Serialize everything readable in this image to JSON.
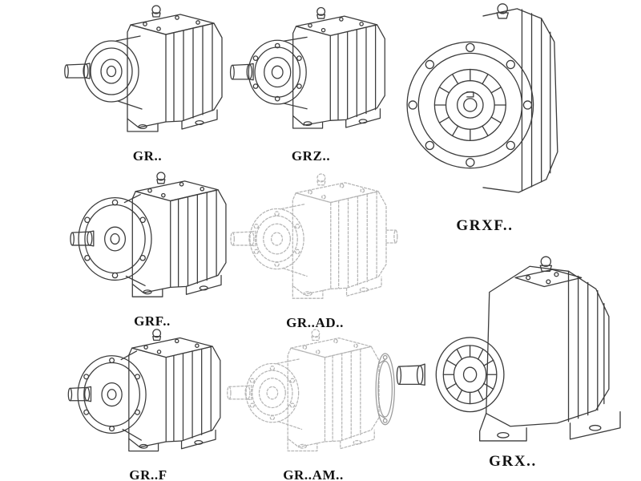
{
  "colors": {
    "background": "#ffffff",
    "ink": "#3c3c3c",
    "ghost": "#b6b6b6",
    "ghost-dark": "#9a9a9a",
    "label": "#111111"
  },
  "figures": [
    {
      "label": "GR..",
      "drawing": "foot-mounted-helical-gear-unit"
    },
    {
      "label": "GRZ..",
      "drawing": "foot-mounted-helical-gear-unit-with-face-studs"
    },
    {
      "label": "GRXF..",
      "drawing": "flange-mounted-helical-gear-unit-front-view"
    },
    {
      "label": "GRF..",
      "drawing": "flange-and-foot-helical-gear-unit"
    },
    {
      "label": "GR..AD..",
      "drawing": "helical-gear-unit-with-input-adapter-phantom-view"
    },
    {
      "label": "GR..F",
      "drawing": "flange-and-foot-helical-gear-unit"
    },
    {
      "label": "GR..AM..",
      "drawing": "helical-gear-unit-with-motor-flange-phantom-view"
    },
    {
      "label": "GRX..",
      "drawing": "large-foot-mounted-helical-gear-unit"
    }
  ]
}
